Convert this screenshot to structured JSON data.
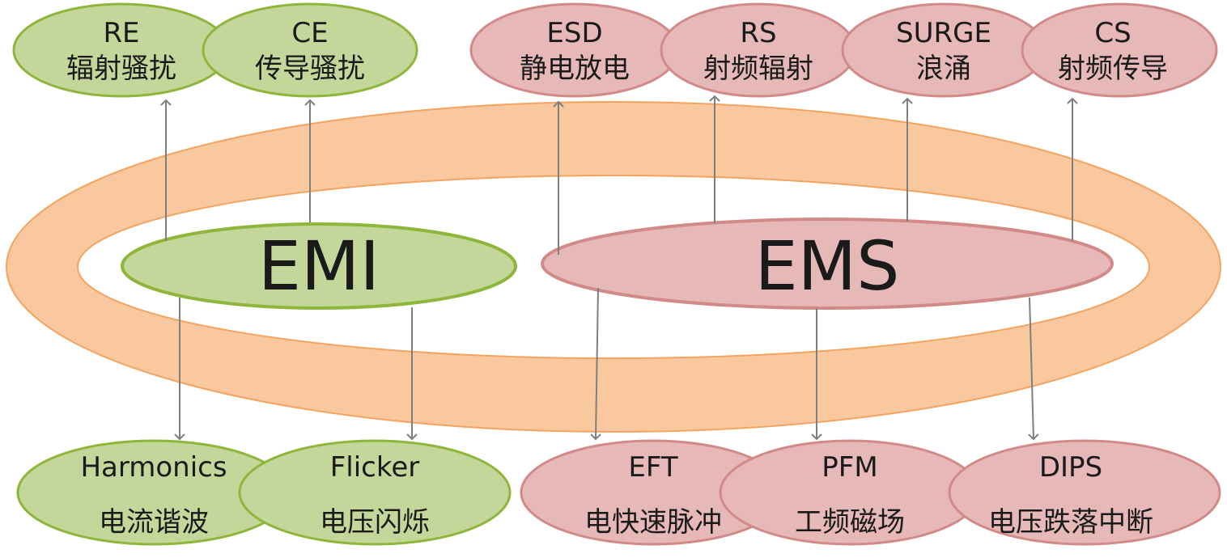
{
  "colors": {
    "emi_fill": "#c4d79b",
    "emi_stroke": "#8db63b",
    "ems_fill": "#e6b8b7",
    "ems_stroke": "#d28a89",
    "ring_fill": "#fac89f",
    "ring_stroke": "#f4a460",
    "arrow": "#7f7f7f"
  },
  "center": {
    "emi": "EMI",
    "ems": "EMS"
  },
  "top": [
    {
      "code": "RE",
      "name": "辐射骚扰",
      "group": "emi"
    },
    {
      "code": "CE",
      "name": "传导骚扰",
      "group": "emi"
    },
    {
      "code": "ESD",
      "name": "静电放电",
      "group": "ems"
    },
    {
      "code": "RS",
      "name": "射频辐射",
      "group": "ems"
    },
    {
      "code": "SURGE",
      "name": "浪涌",
      "group": "ems"
    },
    {
      "code": "CS",
      "name": "射频传导",
      "group": "ems"
    }
  ],
  "bottom": [
    {
      "code": "Harmonics",
      "name": "电流谐波",
      "group": "emi"
    },
    {
      "code": "Flicker",
      "name": "电压闪烁",
      "group": "emi"
    },
    {
      "code": "EFT",
      "name": "电快速脉冲",
      "group": "ems"
    },
    {
      "code": "PFM",
      "name": "工频磁场",
      "group": "ems"
    },
    {
      "code": "DIPS",
      "name": "电压跌落中断",
      "group": "ems"
    }
  ]
}
